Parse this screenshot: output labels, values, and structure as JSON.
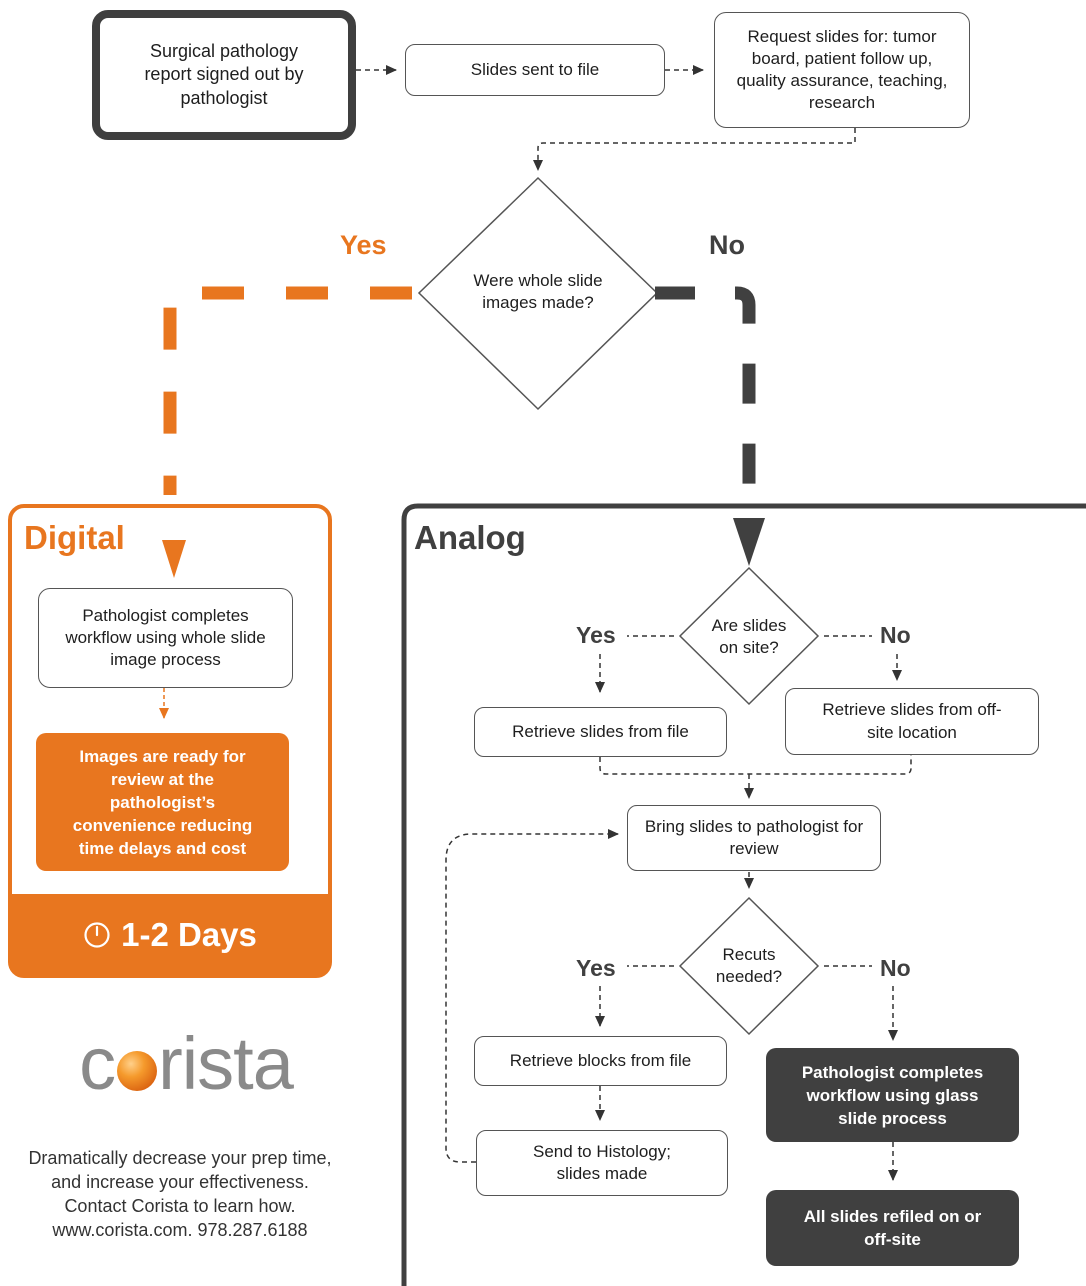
{
  "nodes": {
    "report_signed": "Surgical pathology report signed out by pathologist",
    "slides_sent": "Slides sent to file",
    "request_slides": "Request slides for: tumor board, patient follow up, quality assurance, teaching, research",
    "wsi_question": "Were whole slide images made?",
    "digital_workflow": "Pathologist completes workflow using whole slide image process",
    "images_ready": "Images are ready for review at the pathologist’s convenience reducing time delays and cost",
    "on_site_question": "Are slides on site?",
    "retrieve_file": "Retrieve slides from file",
    "retrieve_offsite": "Retrieve slides from off-site location",
    "bring_slides": "Bring slides to pathologist for review",
    "recuts_question": "Recuts needed?",
    "retrieve_blocks": "Retrieve blocks from file",
    "send_histology": "Send to Histology; slides made",
    "glass_workflow": "Pathologist completes workflow using glass slide process",
    "refiled": "All slides refiled on or off-site"
  },
  "labels": {
    "yes": "Yes",
    "no": "No"
  },
  "panels": {
    "digital_title": "Digital",
    "analog_title": "Analog",
    "days": "1-2 Days"
  },
  "brand": {
    "logo_before": "c",
    "logo_after": "rista",
    "contact_line1": "Dramatically decrease your prep time,",
    "contact_line2": "and increase your effectiveness.",
    "contact_line3": "Contact Corista to learn how.",
    "contact_line4": "www.corista.com. 978.287.6188"
  },
  "colors": {
    "accent_orange": "#e8761f",
    "dark_gray": "#404040"
  },
  "icons": [
    "clock-icon"
  ]
}
